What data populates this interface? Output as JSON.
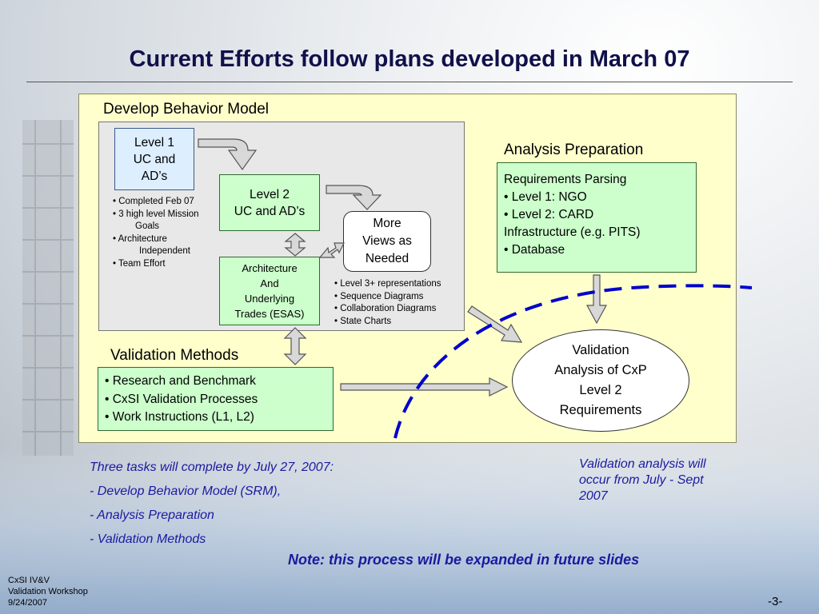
{
  "slide": {
    "title": "Current Efforts follow plans developed in March 07",
    "page_number": "-3-"
  },
  "behavior_model": {
    "label": "Develop Behavior Model",
    "level1": [
      "Level 1",
      "UC and",
      "AD’s"
    ],
    "level1_bullets": [
      "• Completed Feb 07",
      "• 3 high level Mission",
      "Goals",
      "• Architecture",
      "Independent",
      "• Team Effort"
    ],
    "level2": [
      "Level 2",
      "UC and AD’s"
    ],
    "more_views": [
      "More",
      "Views as",
      "Needed"
    ],
    "architecture": [
      "Architecture",
      "And",
      "Underlying",
      "Trades (ESAS)"
    ],
    "views_bullets": [
      "• Level 3+ representations",
      "• Sequence Diagrams",
      "• Collaboration Diagrams",
      "• State Charts"
    ]
  },
  "analysis_prep": {
    "label": "Analysis Preparation",
    "lines": [
      "Requirements Parsing",
      "• Level 1: NGO",
      "• Level 2: CARD",
      "Infrastructure (e.g. PITS)",
      "• Database"
    ]
  },
  "validation_methods": {
    "label": "Validation Methods",
    "lines": [
      "• Research and Benchmark",
      "• CxSI Validation Processes",
      "• Work Instructions (L1, L2)"
    ]
  },
  "validation_analysis": [
    "Validation",
    "Analysis of CxP",
    "Level 2",
    "Requirements"
  ],
  "notes": {
    "tasks": [
      "Three tasks will complete by July 27, 2007:",
      "- Develop Behavior Model (SRM),",
      "- Analysis Preparation",
      "- Validation Methods"
    ],
    "schedule": [
      "Validation analysis will",
      "occur from July - Sept",
      "2007"
    ],
    "expansion": "Note: this process will be expanded in future slides"
  },
  "footer": [
    "CxSI IV&V",
    "Validation Workshop",
    "9/24/2007"
  ],
  "colors": {
    "title": "#10104a",
    "panel": "#ffffcc",
    "green_box": "#ccffcc",
    "blue_box": "#ddeeff",
    "note_text": "#1a1aa0",
    "dashed_curve": "#0000cc"
  }
}
